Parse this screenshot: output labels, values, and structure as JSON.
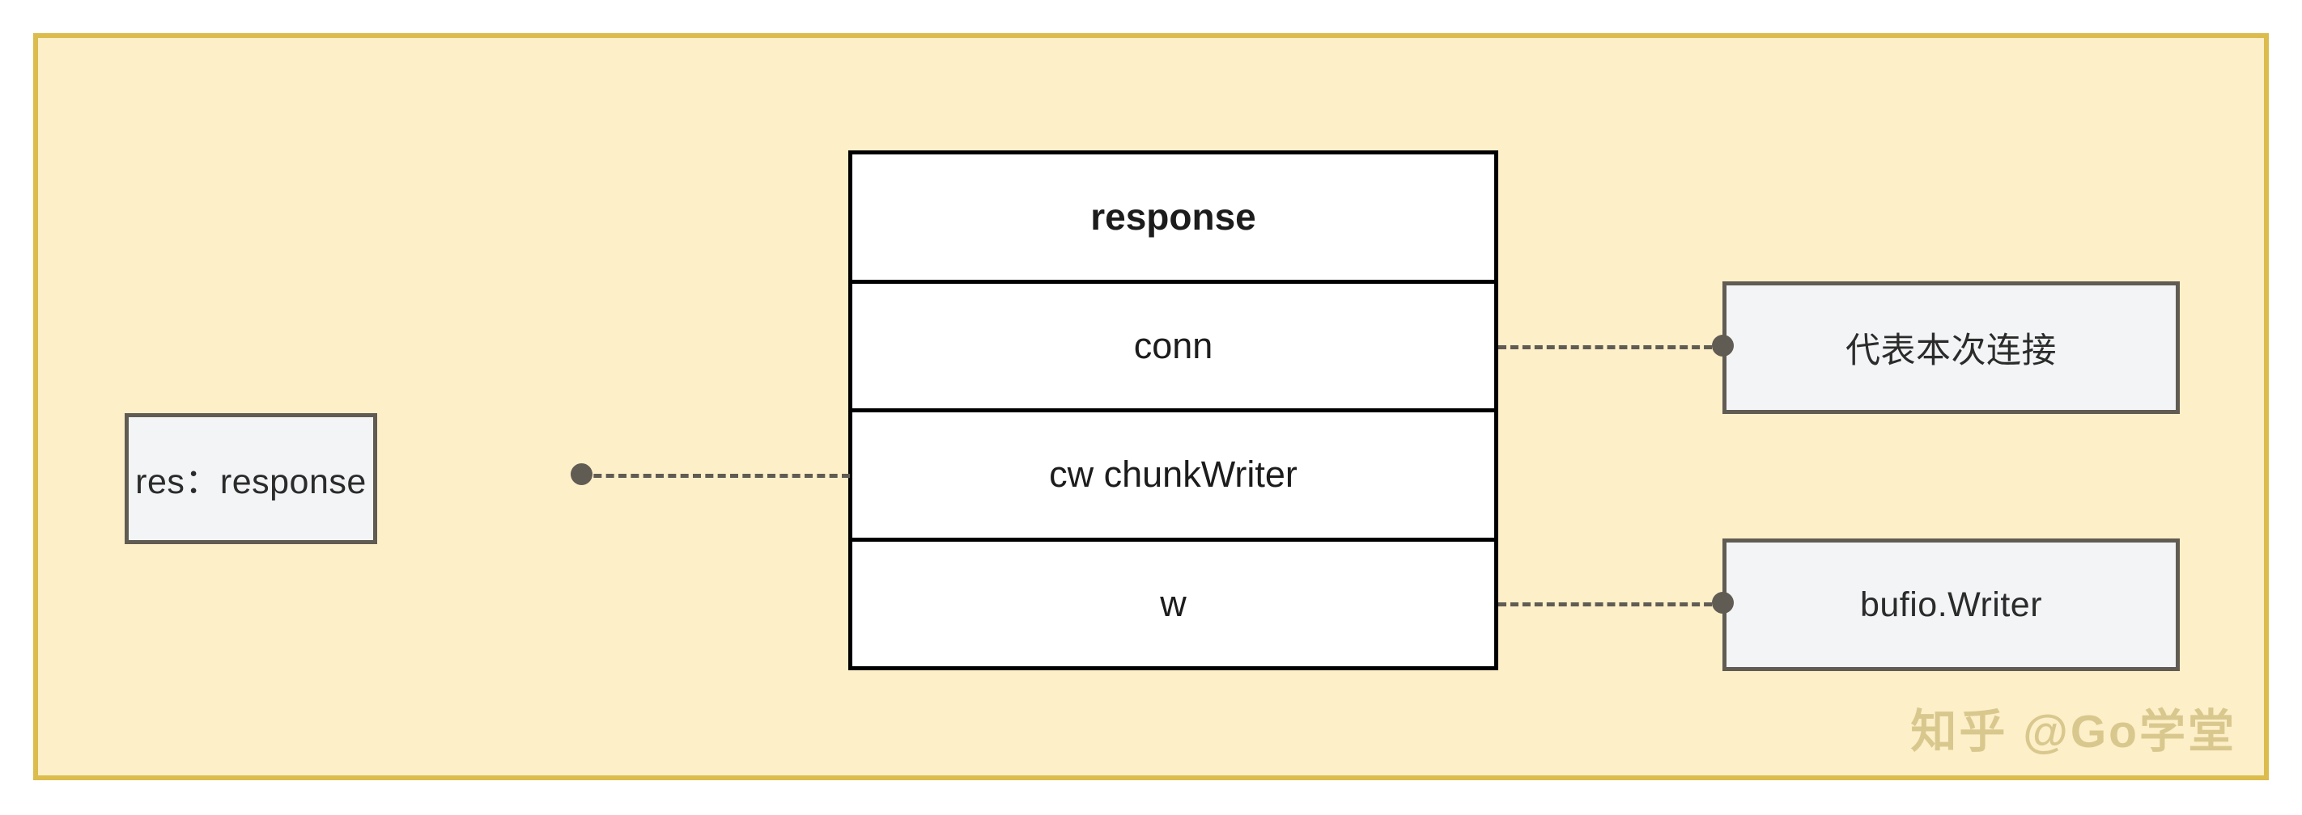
{
  "canvas": {
    "background_color": "#fdefc8",
    "border_color": "#dbbc4d",
    "page_background": "#ffffff"
  },
  "struct_table": {
    "header": "response",
    "border_color": "#000000",
    "fill_color": "#ffffff",
    "fields": [
      {
        "name": "conn"
      },
      {
        "name": "cw chunkWriter"
      },
      {
        "name": "w"
      }
    ]
  },
  "nodes": {
    "variable": {
      "label": "res：response",
      "fill_color": "#f2f4f5",
      "border_color": "#605c53"
    },
    "conn_description": {
      "label": "代表本次连接",
      "fill_color": "#f2f4f5",
      "border_color": "#605c53"
    },
    "writer_type": {
      "label": "bufio.Writer",
      "fill_color": "#f2f4f5",
      "border_color": "#605c53"
    }
  },
  "edges": [
    {
      "id": "res-to-struct",
      "from": "res：response",
      "to": "response",
      "style": "dashed",
      "color": "#605c53"
    },
    {
      "id": "conn-to-description",
      "from": "conn",
      "to": "代表本次连接",
      "style": "dashed",
      "color": "#605c53"
    },
    {
      "id": "w-to-bufio",
      "from": "w",
      "to": "bufio.Writer",
      "style": "dashed",
      "color": "#605c53"
    }
  ],
  "watermark": {
    "text": "知乎 @Go学堂",
    "color": "#d9c88e"
  }
}
